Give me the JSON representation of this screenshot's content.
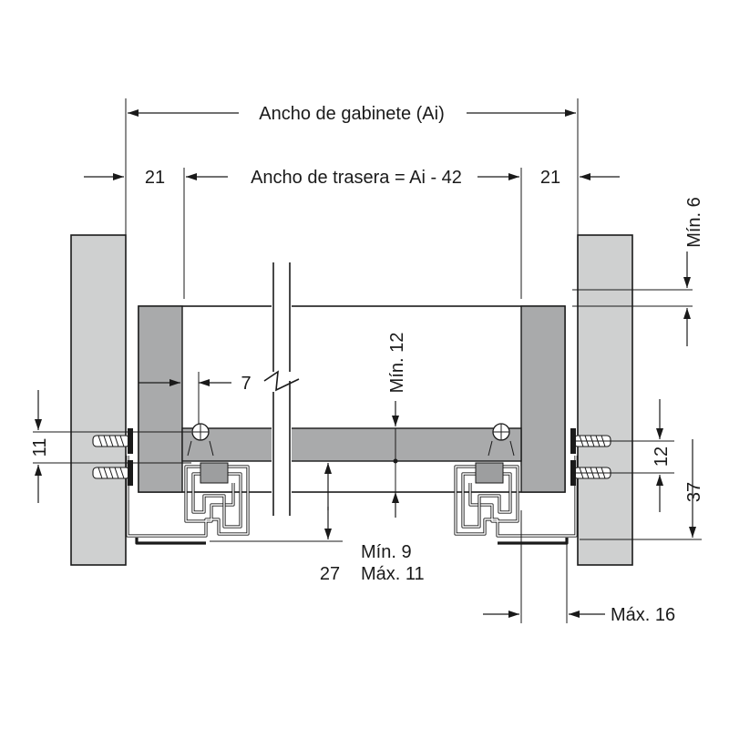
{
  "diagram": {
    "cabinet_width_label": "Ancho de gabinete (Ai)",
    "back_width_label": "Ancho de trasera = Ai - 42",
    "side_left_label": "21",
    "side_right_label": "21",
    "min6_label": "Mín. 6",
    "min12_label": "Mín. 12",
    "dim7_label": "7",
    "dim11_label": "11",
    "dim12_label": "12",
    "dim37_label": "37",
    "dim27_label": "27",
    "min9_label": "Mín. 9",
    "max11_label": "Máx. 11",
    "max16_label": "Máx. 16"
  },
  "colors": {
    "line": "#1a1a1a",
    "cabinet_panel": "#cfd0d0",
    "drawer_wood": "#a9aaab",
    "background": "#ffffff"
  }
}
